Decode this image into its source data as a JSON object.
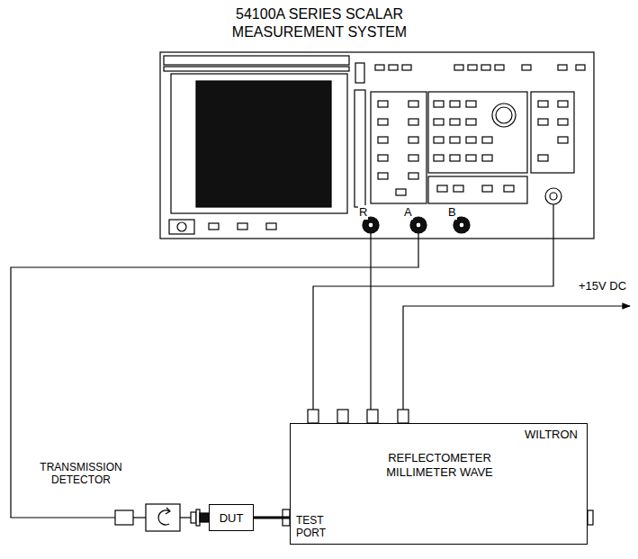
{
  "diagram": {
    "title": "54100A SERIES SCALAR MEASUREMENT SYSTEM",
    "nodes": [
      {
        "text": [
          "WILTRON",
          "REFLECTOMETER MILLIMETER WAVE",
          "TEST PORT"
        ]
      },
      {
        "text": [
          "DUT"
        ]
      }
    ],
    "edges": [
      {
        "from": 1,
        "to": 0,
        "arrow": "none"
      }
    ],
    "labels": [
      "R",
      "A",
      "B",
      "+15V DC",
      "TRANSMISSION DETECTOR"
    ]
  }
}
